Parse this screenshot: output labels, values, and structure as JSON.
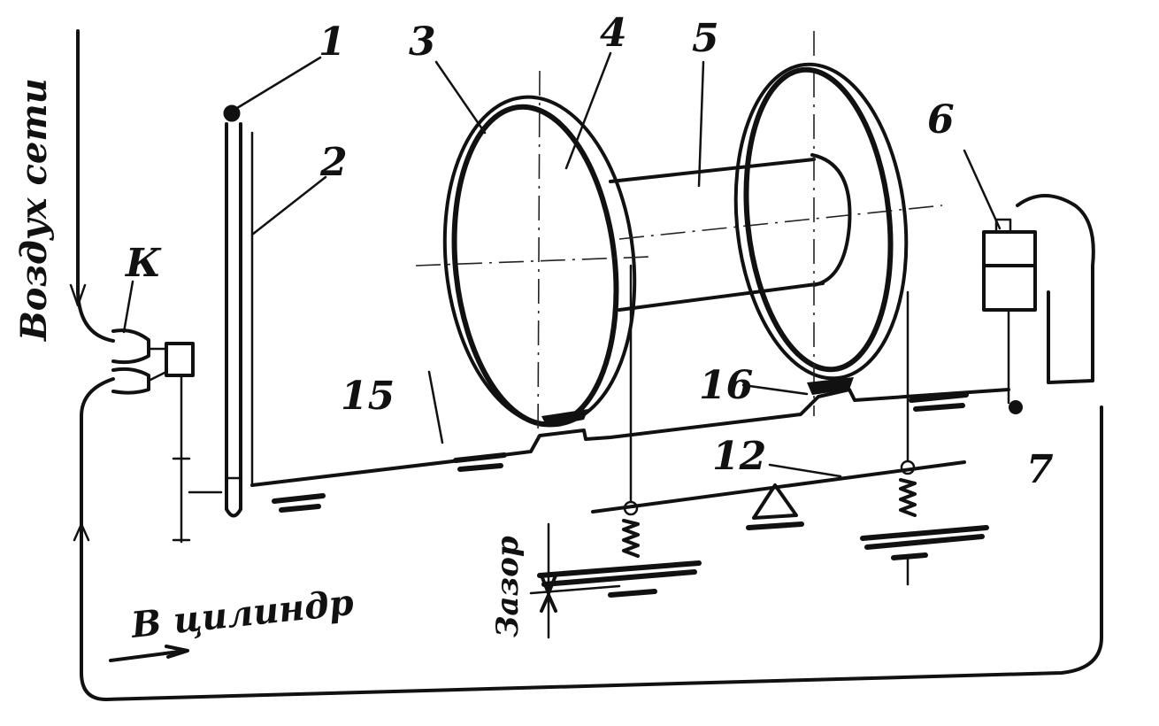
{
  "diagram": {
    "text": {
      "air_from_line": "Воздух сети",
      "to_cylinder": "В цилиндр",
      "gap": "Зазор"
    },
    "labels": {
      "k": "К",
      "n1": "1",
      "n2": "2",
      "n3": "3",
      "n4": "4",
      "n5": "5",
      "n6": "6",
      "n7": "7",
      "n12": "12",
      "n15": "15",
      "n16": "16"
    },
    "colors": {
      "ink": "#111111",
      "paper": "#ffffff"
    }
  }
}
